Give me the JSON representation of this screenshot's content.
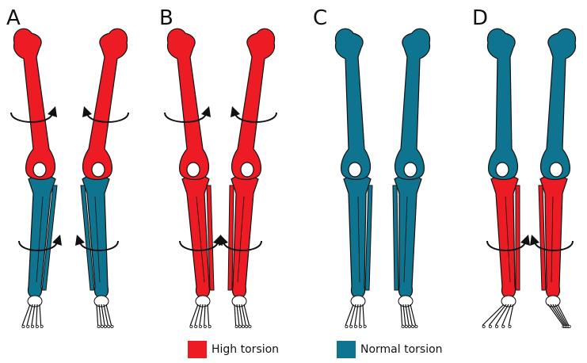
{
  "panels": [
    {
      "label": "A",
      "femur": "high",
      "tibia": "normal",
      "femur_arrows": true,
      "tibia_arrows": true
    },
    {
      "label": "B",
      "femur": "high",
      "tibia": "high",
      "femur_arrows": true,
      "tibia_arrows": true
    },
    {
      "label": "C",
      "femur": "normal",
      "tibia": "normal",
      "femur_arrows": false,
      "tibia_arrows": false
    },
    {
      "label": "D",
      "femur": "normal",
      "tibia": "high",
      "femur_arrows": false,
      "tibia_arrows": true
    }
  ],
  "legend": {
    "high": {
      "label": "High torsion",
      "color": "#ed1c24"
    },
    "normal": {
      "label": "Normal torsion",
      "color": "#0e7490"
    }
  },
  "colors": {
    "outline": "#111111",
    "foot": "#ffffff"
  }
}
